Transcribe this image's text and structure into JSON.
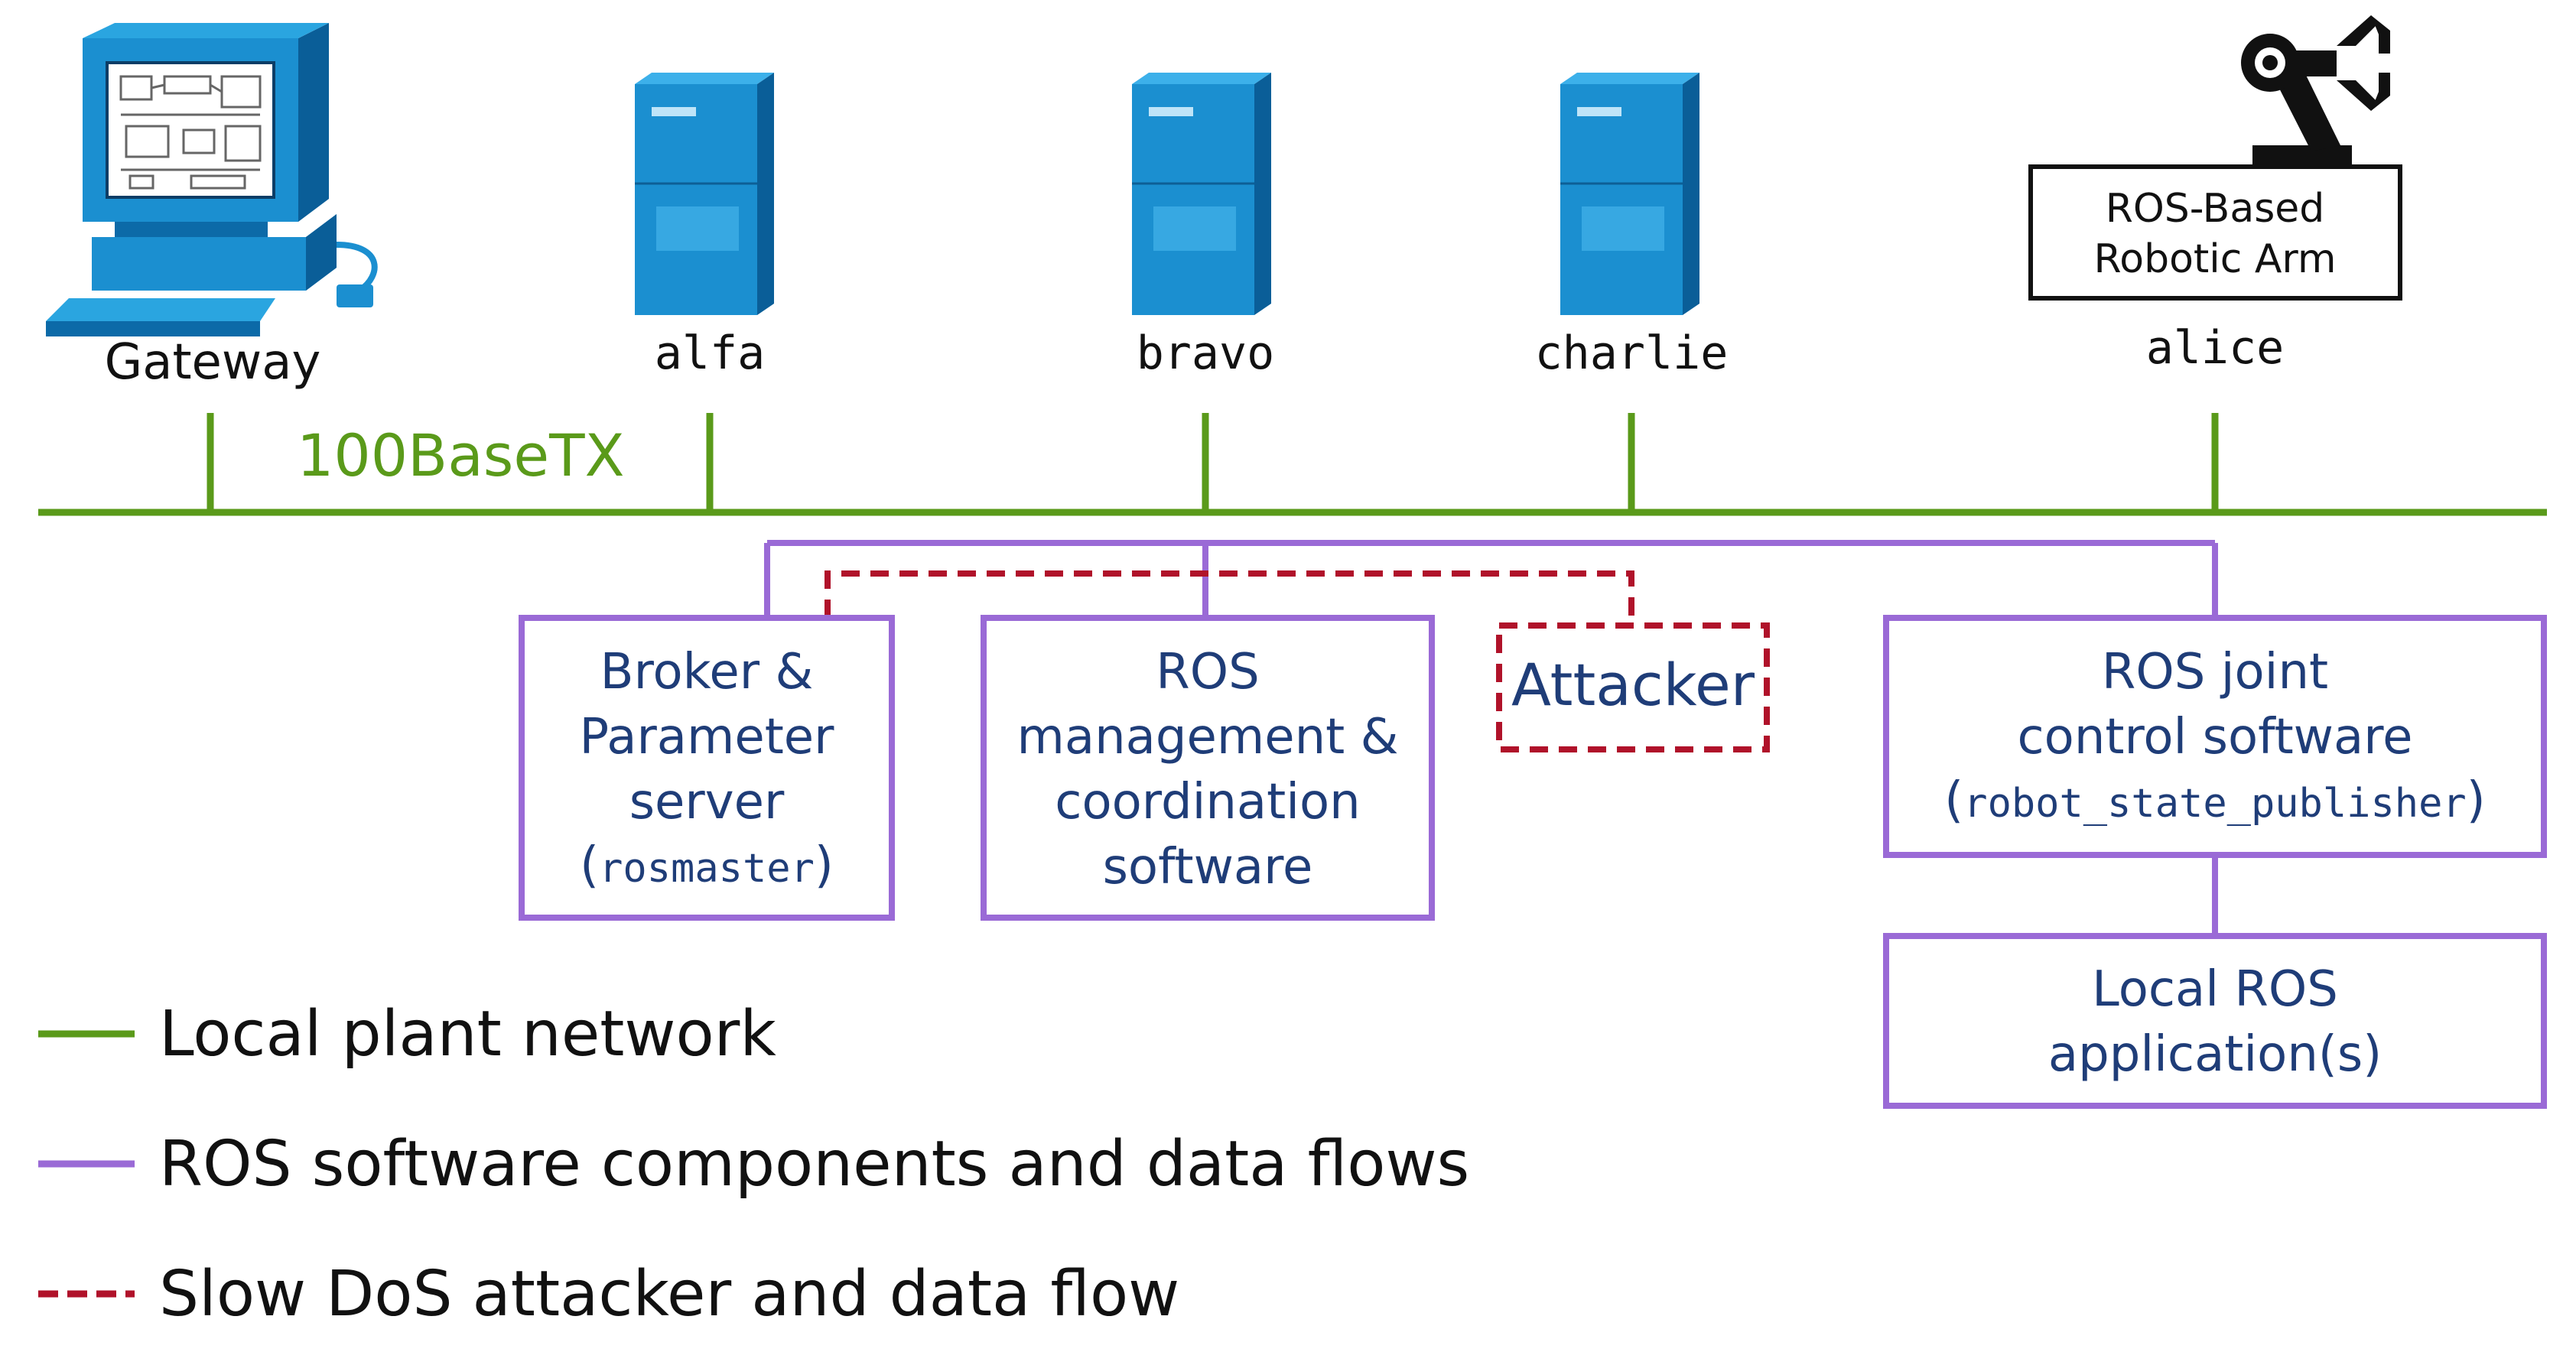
{
  "colors": {
    "network_green": "#5a9a1a",
    "ros_purple": "#9a6ad6",
    "attacker_red": "#b0122a",
    "text_navy": "#1f3d78",
    "server_blue": "#1e90d0"
  },
  "network": {
    "label": "100BaseTX"
  },
  "hosts": {
    "gateway": {
      "label": "Gateway",
      "icon": "computer-terminal-icon"
    },
    "alfa": {
      "label": "alfa",
      "icon": "server-tower-icon"
    },
    "bravo": {
      "label": "bravo",
      "icon": "server-tower-icon"
    },
    "charlie": {
      "label": "charlie",
      "icon": "server-tower-icon"
    },
    "alice": {
      "label": "alice",
      "icon": "robotic-arm-icon"
    }
  },
  "robot_box": {
    "line1": "ROS-Based",
    "line2": "Robotic Arm"
  },
  "components": {
    "broker": {
      "line1": "Broker &",
      "line2": "Parameter",
      "line3": "server",
      "paren_open": "(",
      "code": "rosmaster",
      "paren_close": ")"
    },
    "management": {
      "line1": "ROS",
      "line2": "management &",
      "line3": "coordination",
      "line4": "software"
    },
    "attacker": {
      "line1": "Attacker"
    },
    "joint": {
      "line1": "ROS joint",
      "line2": "control software",
      "paren_open": "(",
      "code": "robot_state_publisher",
      "paren_close": ")"
    },
    "local": {
      "line1": "Local ROS",
      "line2": "application(s)"
    }
  },
  "legend": {
    "network": "Local plant network",
    "ros": "ROS software components and data flows",
    "attack": "Slow DoS attacker and data flow"
  }
}
